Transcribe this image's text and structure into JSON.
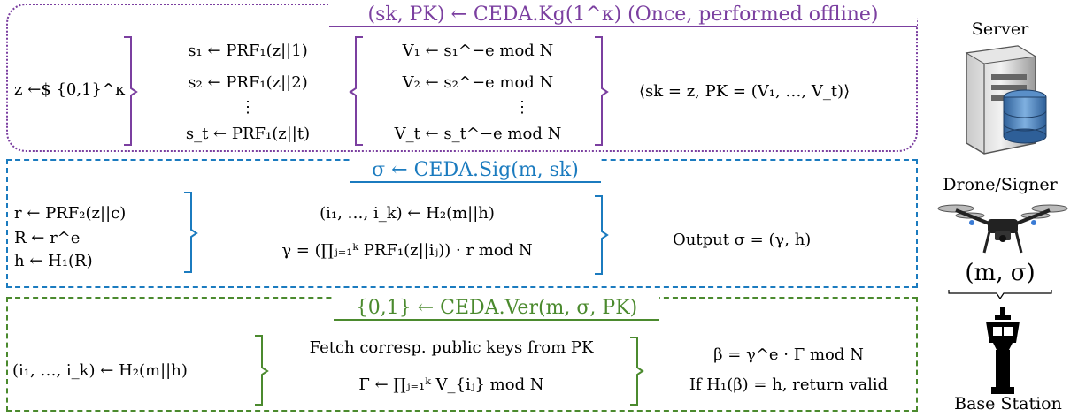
{
  "colors": {
    "kg": "#7b3fa0",
    "sig": "#1b7bbf",
    "ver": "#4b8a2e"
  },
  "kg": {
    "title": "(sk, PK) ← CEDA.Kg(1^κ) (Once, performed offline)",
    "input": "z ←$ {0,1}^κ",
    "s_lines": [
      "s₁ ← PRF₁(z||1)",
      "s₂ ← PRF₁(z||2)",
      "⋮",
      "s_t ← PRF₁(z||t)"
    ],
    "v_lines": [
      "V₁ ← s₁^−e  mod N",
      "V₂ ← s₂^−e  mod N",
      "⋮",
      "V_t ← s_t^−e  mod N"
    ],
    "output": "⟨sk = z, PK = (V₁, …, V_t)⟩"
  },
  "sig": {
    "title": "σ ← CEDA.Sig(m, sk)",
    "left_lines": [
      "r ← PRF₂(z||c)",
      "R ← r^e",
      "h ← H₁(R)"
    ],
    "mid_lines": [
      "(i₁, …, i_k) ← H₂(m||h)",
      "γ = (∏ⱼ₌₁ᵏ PRF₁(z||iⱼ)) · r  mod N"
    ],
    "output": "Output σ = (γ, h)"
  },
  "ver": {
    "title": "{0,1} ← CEDA.Ver(m, σ, PK)",
    "left": "(i₁, …, i_k) ← H₂(m||h)",
    "mid_lines": [
      "Fetch corresp. public keys from PK",
      "Γ ← ∏ⱼ₌₁ᵏ V_{iⱼ}  mod N"
    ],
    "right_lines": [
      "β = γ^e · Γ  mod N",
      "If H₁(β) = h, return valid"
    ]
  },
  "side": {
    "server_label": "Server",
    "drone_label": "Drone/Signer",
    "message": "(m, σ)",
    "base_label": "Base Station"
  }
}
